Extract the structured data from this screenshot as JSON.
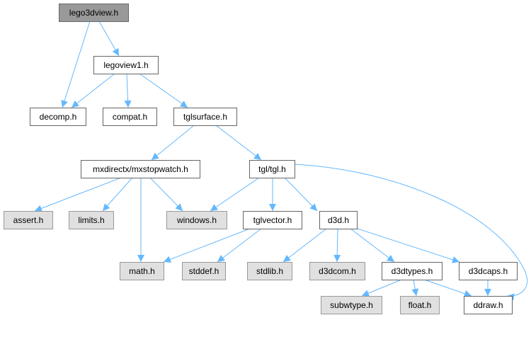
{
  "diagram": {
    "type": "include-dependency-graph",
    "edge_color": "#63b8ff",
    "nodes": [
      {
        "id": "lego3dview",
        "label": "lego3dview.h",
        "kind": "root"
      },
      {
        "id": "legoview1",
        "label": "legoview1.h",
        "kind": "documented"
      },
      {
        "id": "decomp",
        "label": "decomp.h",
        "kind": "documented"
      },
      {
        "id": "compat",
        "label": "compat.h",
        "kind": "documented"
      },
      {
        "id": "tglsurface",
        "label": "tglsurface.h",
        "kind": "documented"
      },
      {
        "id": "mxstopwatch",
        "label": "mxdirectx/mxstopwatch.h",
        "kind": "documented"
      },
      {
        "id": "tgl",
        "label": "tgl/tgl.h",
        "kind": "documented"
      },
      {
        "id": "assert",
        "label": "assert.h",
        "kind": "external"
      },
      {
        "id": "limits",
        "label": "limits.h",
        "kind": "external"
      },
      {
        "id": "windows",
        "label": "windows.h",
        "kind": "external"
      },
      {
        "id": "tglvector",
        "label": "tglvector.h",
        "kind": "documented"
      },
      {
        "id": "d3d",
        "label": "d3d.h",
        "kind": "documented"
      },
      {
        "id": "math",
        "label": "math.h",
        "kind": "external"
      },
      {
        "id": "stddef",
        "label": "stddef.h",
        "kind": "external"
      },
      {
        "id": "stdlib",
        "label": "stdlib.h",
        "kind": "external"
      },
      {
        "id": "d3dcom",
        "label": "d3dcom.h",
        "kind": "external"
      },
      {
        "id": "d3dtypes",
        "label": "d3dtypes.h",
        "kind": "documented"
      },
      {
        "id": "d3dcaps",
        "label": "d3dcaps.h",
        "kind": "documented"
      },
      {
        "id": "subwtype",
        "label": "subwtype.h",
        "kind": "external"
      },
      {
        "id": "float",
        "label": "float.h",
        "kind": "external"
      },
      {
        "id": "ddraw",
        "label": "ddraw.h",
        "kind": "documented"
      }
    ],
    "edges": [
      [
        "lego3dview",
        "decomp"
      ],
      [
        "lego3dview",
        "legoview1"
      ],
      [
        "legoview1",
        "decomp"
      ],
      [
        "legoview1",
        "compat"
      ],
      [
        "legoview1",
        "tglsurface"
      ],
      [
        "tglsurface",
        "mxstopwatch"
      ],
      [
        "tglsurface",
        "tgl"
      ],
      [
        "mxstopwatch",
        "assert"
      ],
      [
        "mxstopwatch",
        "limits"
      ],
      [
        "mxstopwatch",
        "math"
      ],
      [
        "mxstopwatch",
        "windows"
      ],
      [
        "tgl",
        "windows"
      ],
      [
        "tgl",
        "tglvector"
      ],
      [
        "tgl",
        "d3d"
      ],
      [
        "tgl",
        "ddraw"
      ],
      [
        "tglvector",
        "math"
      ],
      [
        "tglvector",
        "stddef"
      ],
      [
        "d3d",
        "stdlib"
      ],
      [
        "d3d",
        "d3dcom"
      ],
      [
        "d3d",
        "d3dtypes"
      ],
      [
        "d3d",
        "d3dcaps"
      ],
      [
        "d3dtypes",
        "subwtype"
      ],
      [
        "d3dtypes",
        "float"
      ],
      [
        "d3dtypes",
        "ddraw"
      ],
      [
        "d3dcaps",
        "ddraw"
      ]
    ]
  }
}
